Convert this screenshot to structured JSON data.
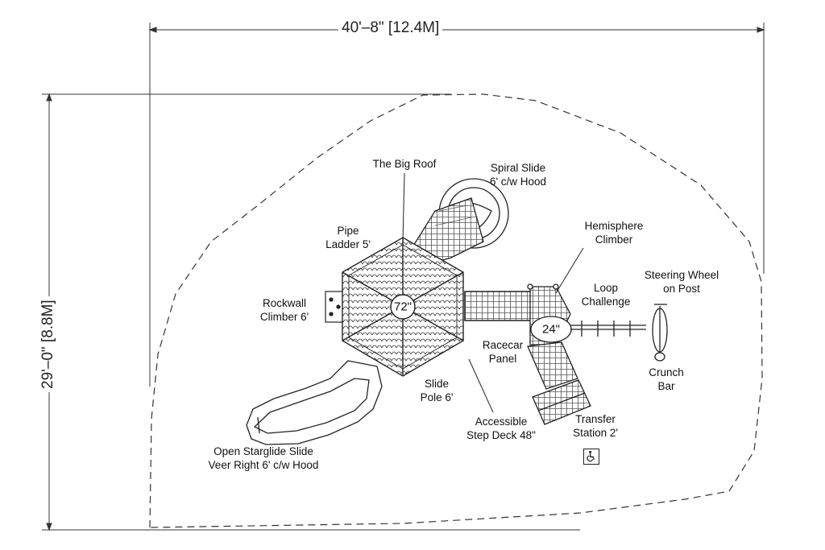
{
  "dimensions": {
    "width": "40'–8\" [12.4M]",
    "height": "29'–0\" [8.8M]"
  },
  "deck_sizes": {
    "main": "72\"",
    "small": "24\""
  },
  "labels": {
    "big_roof": [
      "The Big Roof"
    ],
    "spiral_slide": [
      "Spiral Slide",
      "6' c/w Hood"
    ],
    "hemisphere": [
      "Hemisphere",
      "Climber"
    ],
    "pipe_ladder": [
      "Pipe",
      "Ladder 5'"
    ],
    "steering_wheel": [
      "Steering Wheel",
      "on Post"
    ],
    "loop_challenge": [
      "Loop",
      "Challenge"
    ],
    "rockwall": [
      "Rockwall",
      "Climber 6'"
    ],
    "racecar": [
      "Racecar",
      "Panel"
    ],
    "crunch_bar": [
      "Crunch",
      "Bar"
    ],
    "slide_pole": [
      "Slide",
      "Pole 6'"
    ],
    "step_deck": [
      "Accessible",
      "Step Deck 48\""
    ],
    "transfer": [
      "Transfer",
      "Station 2'"
    ],
    "starglide": [
      "Open Starglide Slide",
      "Veer Right 6' c/w Hood"
    ]
  },
  "icons": {
    "accessibility": "wheelchair-icon"
  },
  "colors": {
    "line": "#222222",
    "background": "#ffffff"
  }
}
